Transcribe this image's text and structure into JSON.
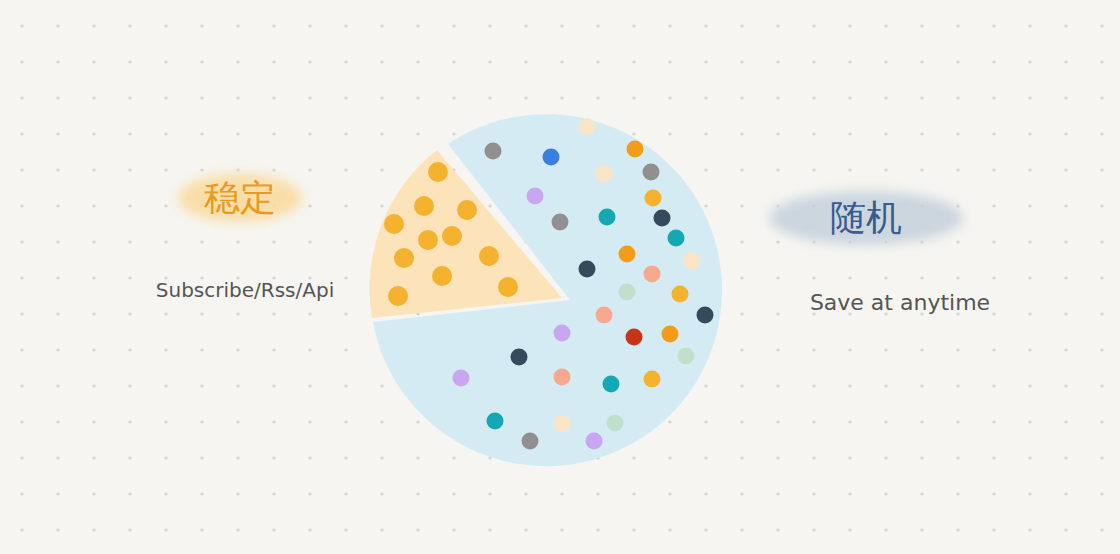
{
  "diagram": {
    "nodes": [
      {
        "text": [
          "稳定"
        ]
      },
      {
        "text": [
          "随机"
        ]
      }
    ],
    "labels": [
      "Subscribe/Rss/Api",
      "Save at anytime"
    ]
  }
}
